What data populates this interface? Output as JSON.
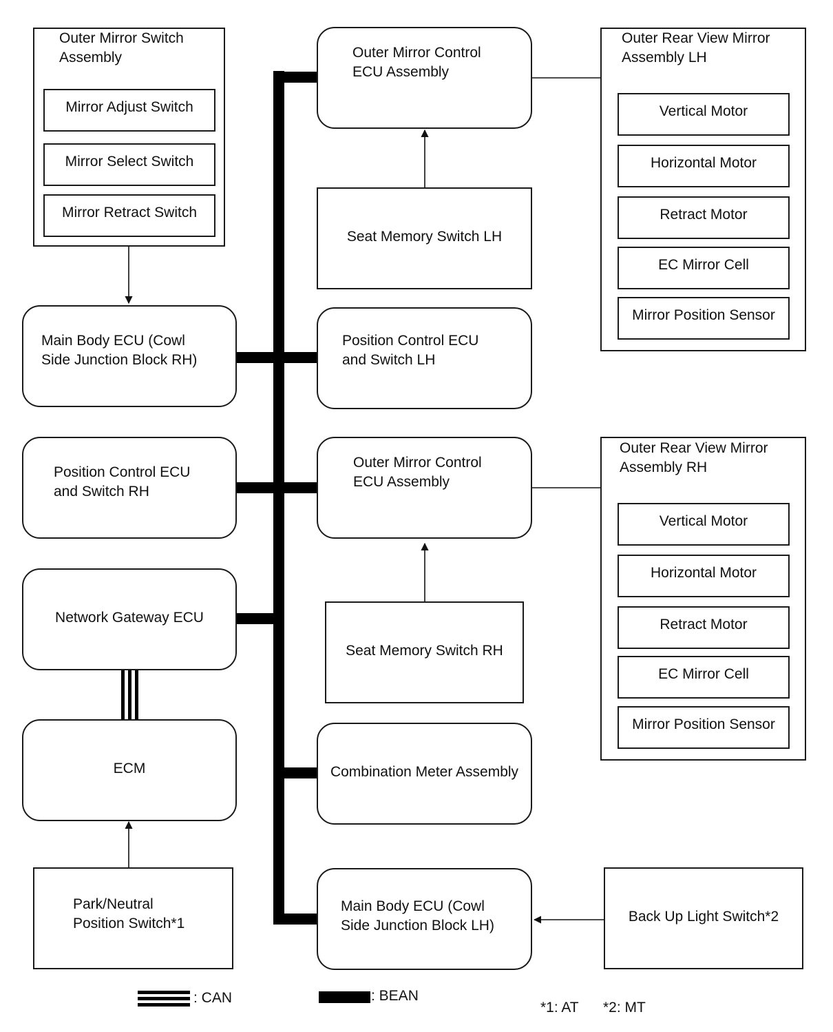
{
  "nodes": {
    "outer_mirror_switch": {
      "title": "Outer Mirror Switch\nAssembly",
      "items": [
        "Mirror Adjust Switch",
        "Mirror Select Switch",
        "Mirror Retract Switch"
      ]
    },
    "main_body_ecu_rh": "Main Body ECU (Cowl\nSide Junction Block RH)",
    "position_control_rh": "Position Control ECU\nand Switch RH",
    "network_gateway": "Network Gateway ECU",
    "ecm": "ECM",
    "park_neutral": "Park/Neutral\nPosition Switch*1",
    "outer_mirror_ecu_lh": "Outer Mirror Control\nECU Assembly",
    "seat_memory_lh": "Seat Memory Switch LH",
    "position_control_lh": "Position Control ECU\nand Switch LH",
    "outer_mirror_ecu_rh": "Outer Mirror Control\nECU Assembly",
    "seat_memory_rh": "Seat Memory Switch RH",
    "combination_meter": "Combination Meter Assembly",
    "main_body_ecu_lh": "Main Body ECU (Cowl\nSide Junction Block LH)",
    "mirror_assy_lh": {
      "title": "Outer Rear View Mirror\nAssembly LH",
      "items": [
        "Vertical Motor",
        "Horizontal Motor",
        "Retract Motor",
        "EC Mirror Cell",
        "Mirror Position Sensor"
      ]
    },
    "mirror_assy_rh": {
      "title": "Outer Rear View Mirror\nAssembly RH",
      "items": [
        "Vertical Motor",
        "Horizontal Motor",
        "Retract Motor",
        "EC Mirror Cell",
        "Mirror Position Sensor"
      ]
    },
    "back_up_light": "Back Up Light Switch*2"
  },
  "legend": {
    "can": ": CAN",
    "bean": ": BEAN",
    "note1": "*1: AT",
    "note2": "*2: MT"
  }
}
